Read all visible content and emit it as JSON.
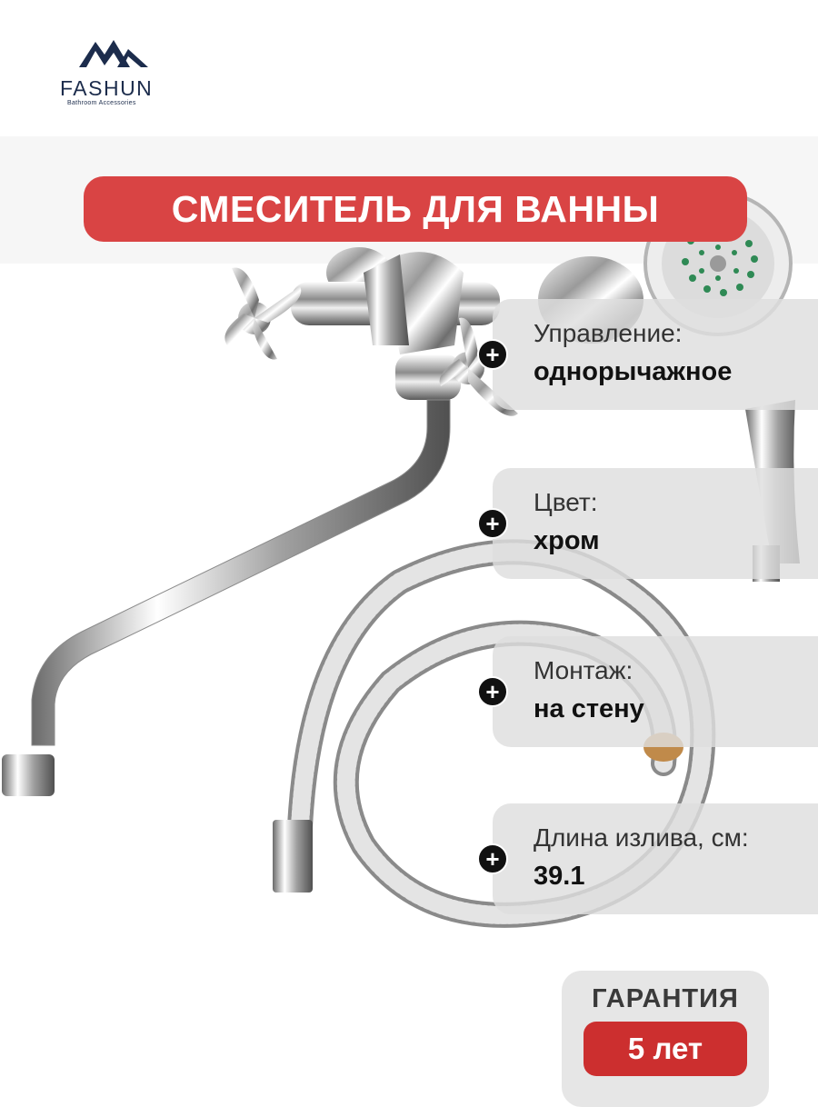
{
  "brand": {
    "name": "FASHUN",
    "tagline": "Bathroom Accessories",
    "color": "#1c2c4c"
  },
  "title": "СМЕСИТЕЛЬ ДЛЯ ВАННЫ",
  "specs": [
    {
      "label": "Управление:",
      "value": "однорычажное"
    },
    {
      "label": "Цвет:",
      "value": "хром"
    },
    {
      "label": "Монтаж:",
      "value": "на стену"
    },
    {
      "label": "Длина излива, см:",
      "value": "39.1"
    }
  ],
  "warranty": {
    "label": "ГАРАНТИЯ",
    "value": "5 лет"
  },
  "colors": {
    "title_bg": "#d94444",
    "warranty_badge": "#cc2f2f",
    "card_bg": "#dedede"
  },
  "icons": [
    "plus-icon",
    "brand-mountain-icon"
  ]
}
